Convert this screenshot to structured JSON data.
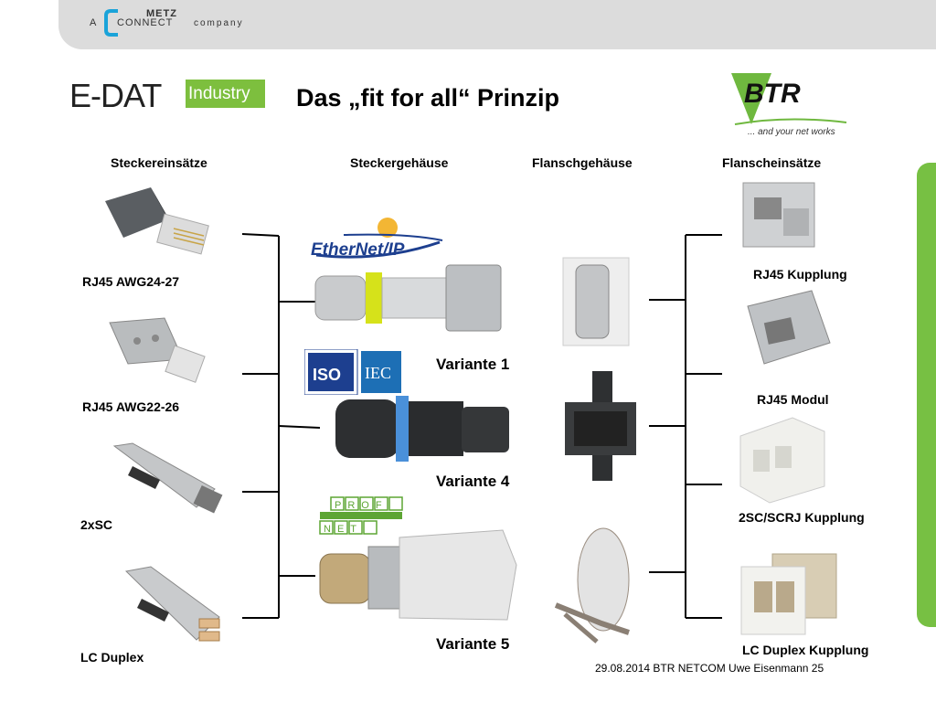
{
  "brand": {
    "a": "A",
    "metz": "METZ",
    "connect": "CONNECT",
    "company": "company",
    "edat": "E-DAT",
    "industry": "Industry",
    "btr": "BTR",
    "btr_tagline": "... and your net works"
  },
  "title": "Das „fit for all“ Prinzip",
  "columns": [
    "Steckereinsätze",
    "Steckergehäuse",
    "Flanschgehäuse",
    "Flanscheinsätze"
  ],
  "inserts": [
    "RJ45 AWG24-27",
    "RJ45 AWG22-26",
    "2xSC",
    "LC Duplex"
  ],
  "variants": [
    "Variante 1",
    "Variante 4",
    "Variante 5"
  ],
  "flange_inserts": [
    "RJ45 Kupplung",
    "RJ45 Modul",
    "2SC/SCRJ Kupplung",
    "LC Duplex Kupplung"
  ],
  "standards": {
    "ethernet_ip": "EtherNet/IP",
    "iso": "ISO",
    "iec": "IEC",
    "profinet_top": "PROFI",
    "profinet_bottom": "NET"
  },
  "footer": "29.08.2014  BTR NETCOM   Uwe Eisenmann  25",
  "colors": {
    "industry_green": "#7dbf3e",
    "accent_green": "#77c043",
    "topbar": "#dcdcdc",
    "iso_blue": "#1d3f8f",
    "ring_yellow": "#d6e21a",
    "ring_blue": "#4a90d9"
  }
}
